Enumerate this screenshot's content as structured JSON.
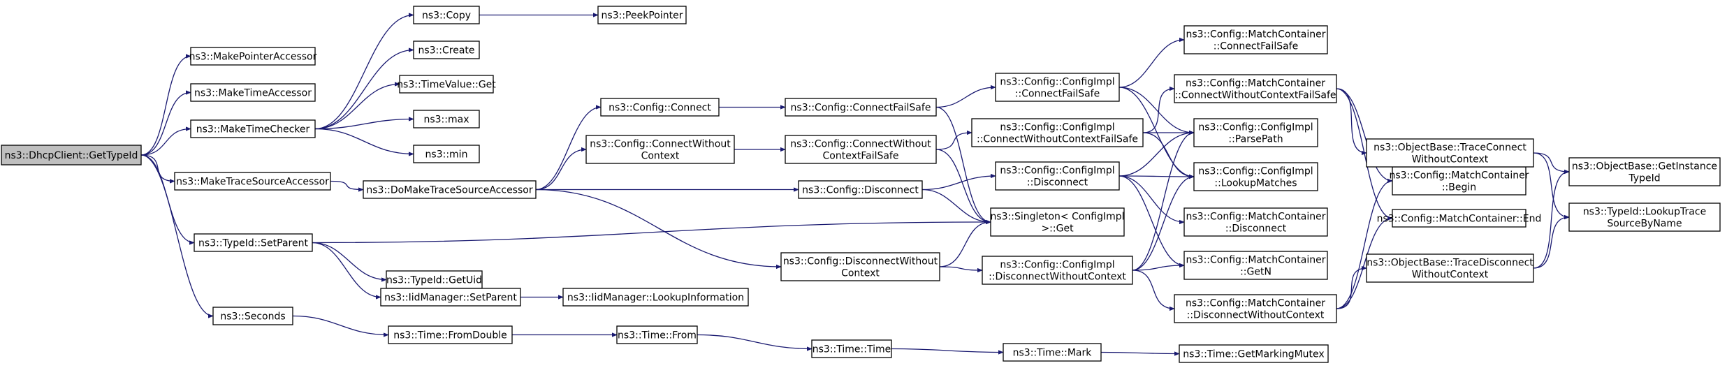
{
  "colors": {
    "edge": "#191970",
    "root_fill": "#bfbfbf",
    "node_fill": "#ffffff",
    "node_stroke": "#000000"
  },
  "nodes": {
    "n0": {
      "lines": [
        "ns3::DhcpClient::GetTypeId"
      ]
    },
    "n1": {
      "lines": [
        "ns3::MakePointerAccessor"
      ]
    },
    "n2": {
      "lines": [
        "ns3::MakeTimeAccessor"
      ]
    },
    "n3": {
      "lines": [
        "ns3::MakeTimeChecker"
      ]
    },
    "n4": {
      "lines": [
        "ns3::MakeTraceSourceAccessor"
      ]
    },
    "n5": {
      "lines": [
        "ns3::TypeId::SetParent"
      ]
    },
    "n6": {
      "lines": [
        "ns3::Seconds"
      ]
    },
    "n7": {
      "lines": [
        "ns3::Copy"
      ]
    },
    "n8": {
      "lines": [
        "ns3::PeekPointer"
      ]
    },
    "n9": {
      "lines": [
        "ns3::Create"
      ]
    },
    "n10": {
      "lines": [
        "ns3::TimeValue::Get"
      ]
    },
    "n11": {
      "lines": [
        "ns3::max"
      ]
    },
    "n12": {
      "lines": [
        "ns3::min"
      ]
    },
    "n13": {
      "lines": [
        "ns3::DoMakeTraceSourceAccessor"
      ]
    },
    "n14": {
      "lines": [
        "ns3::Config::Connect"
      ]
    },
    "n15": {
      "lines": [
        "ns3::Config::ConnectWithout",
        "Context"
      ]
    },
    "n16": {
      "lines": [
        "ns3::Config::Disconnect"
      ]
    },
    "n17": {
      "lines": [
        "ns3::Config::DisconnectWithout",
        "Context"
      ]
    },
    "n18": {
      "lines": [
        "ns3::Config::ConnectFailSafe"
      ]
    },
    "n19": {
      "lines": [
        "ns3::Config::ConnectWithout",
        "ContextFailSafe"
      ]
    },
    "n20": {
      "lines": [
        "ns3::Config::ConfigImpl",
        "::ConnectFailSafe"
      ]
    },
    "n21": {
      "lines": [
        "ns3::Config::ConfigImpl",
        "::ConnectWithoutContextFailSafe"
      ]
    },
    "n22": {
      "lines": [
        "ns3::Config::ConfigImpl",
        "::Disconnect"
      ]
    },
    "n23": {
      "lines": [
        "ns3::Singleton< ConfigImpl",
        ">::Get"
      ]
    },
    "n24": {
      "lines": [
        "ns3::Config::ConfigImpl",
        "::DisconnectWithoutContext"
      ]
    },
    "n25": {
      "lines": [
        "ns3::TypeId::GetUid"
      ]
    },
    "n26": {
      "lines": [
        "ns3::IidManager::SetParent"
      ]
    },
    "n27": {
      "lines": [
        "ns3::IidManager::LookupInformation"
      ]
    },
    "n28": {
      "lines": [
        "ns3::Time::FromDouble"
      ]
    },
    "n29": {
      "lines": [
        "ns3::Time::From"
      ]
    },
    "n30": {
      "lines": [
        "ns3::Time::Time"
      ]
    },
    "n31": {
      "lines": [
        "ns3::Time::Mark"
      ]
    },
    "n32": {
      "lines": [
        "ns3::Time::GetMarkingMutex"
      ]
    },
    "n33": {
      "lines": [
        "ns3::Config::MatchContainer",
        "::ConnectFailSafe"
      ]
    },
    "n34": {
      "lines": [
        "ns3::Config::MatchContainer",
        "::ConnectWithoutContextFailSafe"
      ]
    },
    "n35": {
      "lines": [
        "ns3::Config::ConfigImpl",
        "::ParsePath"
      ]
    },
    "n36": {
      "lines": [
        "ns3::Config::ConfigImpl",
        "::LookupMatches"
      ]
    },
    "n37": {
      "lines": [
        "ns3::Config::MatchContainer",
        "::Disconnect"
      ]
    },
    "n38": {
      "lines": [
        "ns3::Config::MatchContainer",
        "::GetN"
      ]
    },
    "n39": {
      "lines": [
        "ns3::Config::MatchContainer",
        "::DisconnectWithoutContext"
      ]
    },
    "n40": {
      "lines": [
        "ns3::Config::MatchContainer",
        "::Begin"
      ]
    },
    "n41": {
      "lines": [
        "ns3::Config::MatchContainer::End"
      ]
    },
    "n42": {
      "lines": [
        "ns3::ObjectBase::TraceConnect",
        "WithoutContext"
      ]
    },
    "n43": {
      "lines": [
        "ns3::ObjectBase::TraceDisconnect",
        "WithoutContext"
      ]
    },
    "n44": {
      "lines": [
        "ns3::ObjectBase::GetInstance",
        "TypeId"
      ]
    },
    "n45": {
      "lines": [
        "ns3::TypeId::LookupTrace",
        "SourceByName"
      ]
    }
  }
}
